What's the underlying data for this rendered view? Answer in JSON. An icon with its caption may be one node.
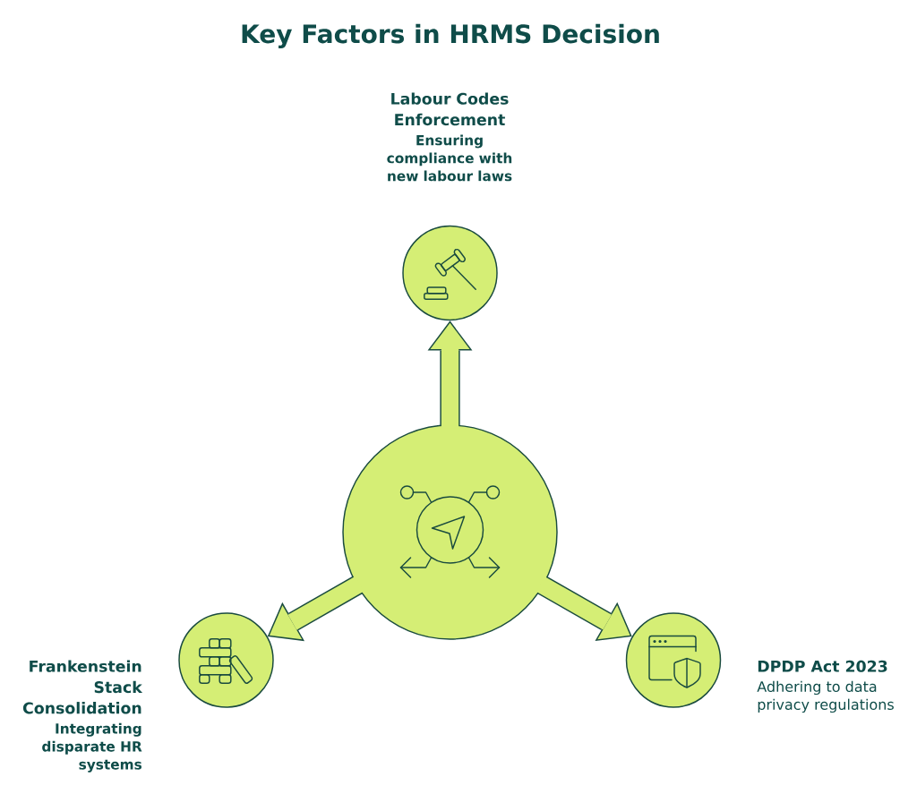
{
  "diagram": {
    "title": "Key Factors in HRMS Decision",
    "nodes": [
      {
        "text": [],
        "shape": "circle",
        "beside": [
          "Labour Codes Enforcement",
          "Ensuring compliance with new labour laws"
        ]
      },
      {
        "text": [],
        "shape": "circle"
      },
      {
        "text": [],
        "shape": "circle",
        "beside": [
          "Frankenstein Stack Consolidation",
          "Integrating disparate HR systems"
        ]
      },
      {
        "text": [],
        "shape": "circle",
        "beside": [
          "DPDP Act 2023",
          "Adhering to data privacy regulations"
        ]
      }
    ],
    "edges": [
      {
        "from": 1,
        "to": 0,
        "arrow": "to"
      },
      {
        "from": 1,
        "to": 2,
        "arrow": "to"
      },
      {
        "from": 1,
        "to": 3,
        "arrow": "to"
      }
    ]
  }
}
